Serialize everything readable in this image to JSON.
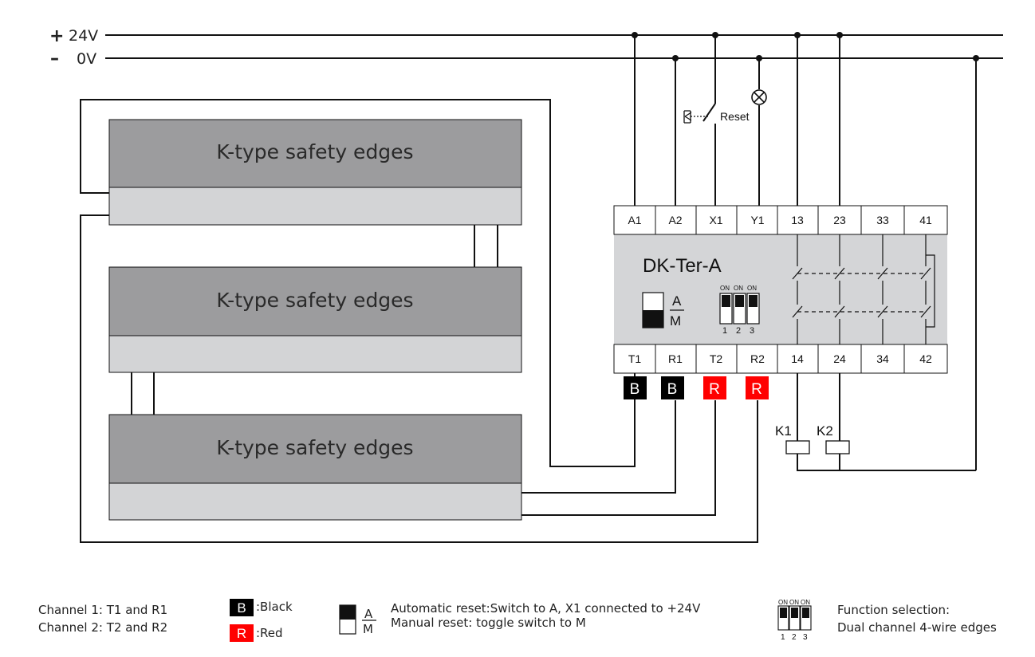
{
  "rails": {
    "plus_symbol": "+",
    "plus_label": "24V",
    "minus_symbol": "–",
    "minus_label": "0V"
  },
  "edges": [
    {
      "label": "K-type safety edges"
    },
    {
      "label": "K-type safety edges"
    },
    {
      "label": "K-type safety edges"
    }
  ],
  "relay": {
    "model": "DK-Ter-A",
    "top_terminals": [
      "A1",
      "A2",
      "X1",
      "Y1",
      "13",
      "23",
      "33",
      "41"
    ],
    "bottom_terminals": [
      "T1",
      "R1",
      "T2",
      "R2",
      "14",
      "24",
      "34",
      "42"
    ],
    "dip_on_labels": [
      "ON",
      "ON",
      "ON"
    ],
    "dip_numbers": [
      "1",
      "2",
      "3"
    ],
    "reset_switch": {
      "top": "A",
      "bottom": "M"
    }
  },
  "reset_label": "Reset",
  "badges": [
    "B",
    "B",
    "R",
    "R"
  ],
  "contactors": [
    "K1",
    "K2"
  ],
  "colors": {
    "black_badge": "#000000",
    "red_badge": "#ff0000",
    "edge_top": "#9c9c9e",
    "edge_bottom": "#d3d4d6"
  },
  "legend": {
    "channel1": "Channel 1:  T1 and R1",
    "channel2": "Channel 2:  T2 and R2",
    "black_letter": "B",
    "black_text": ":Black",
    "red_letter": "R",
    "red_text": ":Red",
    "switch_top": "A",
    "switch_bottom": "M",
    "reset_line1": "Automatic reset:Switch to A, X1 connected to +24V",
    "reset_line2": "Manual reset: toggle switch to M",
    "dip_on_labels": [
      "ON",
      "ON",
      "ON"
    ],
    "dip_numbers": [
      "1",
      "2",
      "3"
    ],
    "function_line1": "Function selection:",
    "function_line2": "Dual channel 4-wire edges"
  }
}
